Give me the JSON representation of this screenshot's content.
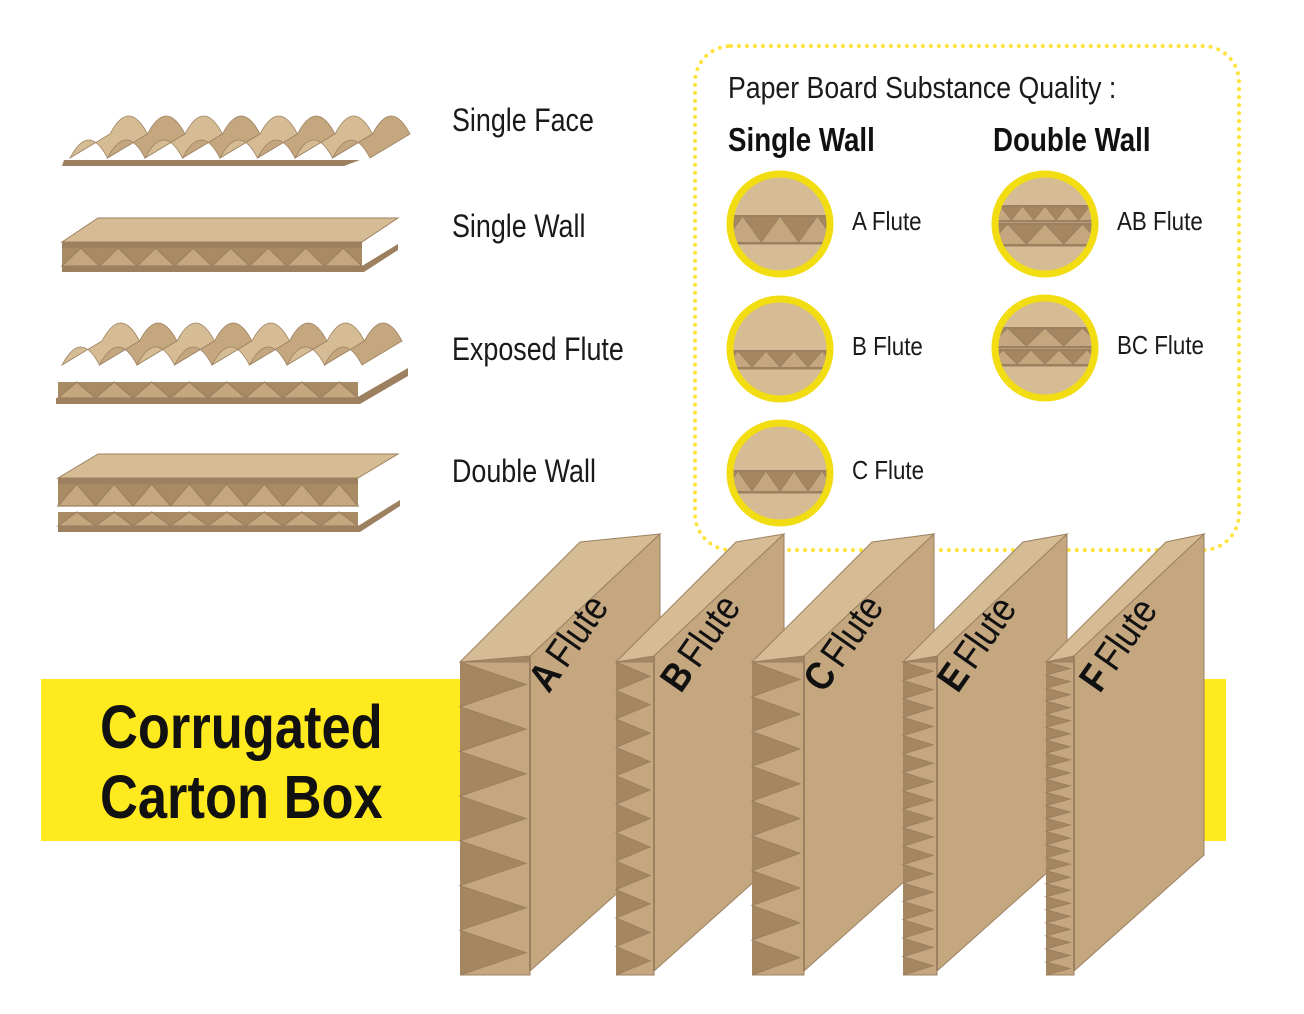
{
  "board_types": [
    {
      "id": "single-face",
      "label": "Single Face"
    },
    {
      "id": "single-wall",
      "label": "Single Wall"
    },
    {
      "id": "exposed-flute",
      "label": "Exposed Flute"
    },
    {
      "id": "double-wall",
      "label": "Double Wall"
    }
  ],
  "quality_panel": {
    "title": "Paper Board Substance Quality :",
    "single_wall": {
      "heading": "Single Wall",
      "items": [
        {
          "label": "A Flute"
        },
        {
          "label": "B Flute"
        },
        {
          "label": "C Flute"
        }
      ]
    },
    "double_wall": {
      "heading": "Double Wall",
      "items": [
        {
          "label": "AB Flute"
        },
        {
          "label": "BC Flute"
        }
      ]
    }
  },
  "banner": {
    "line1": "Corrugated",
    "line2": "Carton Box"
  },
  "flute_sheets": [
    {
      "letter": "A",
      "word": "Flute",
      "flute_count": 7
    },
    {
      "letter": "B",
      "word": "Flute",
      "flute_count": 11
    },
    {
      "letter": "C",
      "word": "Flute",
      "flute_count": 9
    },
    {
      "letter": "E",
      "word": "Flute",
      "flute_count": 17
    },
    {
      "letter": "F",
      "word": "Flute",
      "flute_count": 24
    }
  ],
  "colors": {
    "accent_yellow": "#ffe91f",
    "panel_border": "#ffe23a",
    "ring_yellow": "#f2dc12",
    "cardboard": "#c4a67f",
    "cardboard_light": "#d6bc95",
    "cardboard_dark": "#9c8060",
    "text": "#111111"
  }
}
